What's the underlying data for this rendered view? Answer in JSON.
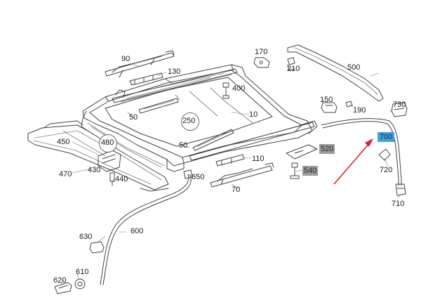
{
  "parts": {
    "p10": "10",
    "p50a": "50",
    "p50b": "50",
    "p70": "70",
    "p90": "90",
    "p110": "110",
    "p130": "130",
    "p150": "150",
    "p170": "170",
    "p190": "190",
    "p210": "210",
    "p250": "250",
    "p400": "400",
    "p430": "430",
    "p440": "440",
    "p450": "450",
    "p470": "470",
    "p480": "480",
    "p500": "500",
    "p520": "520",
    "p540": "540",
    "p600": "600",
    "p610": "610",
    "p620": "620",
    "p630": "630",
    "p650": "650",
    "p700": "700",
    "p710": "710",
    "p720": "720",
    "p730": "730"
  },
  "colors": {
    "line": "#444444",
    "arrow": "#e0202a",
    "highlight_blue": "#3fa3e0",
    "highlight_gray": "#9b9b9b"
  }
}
